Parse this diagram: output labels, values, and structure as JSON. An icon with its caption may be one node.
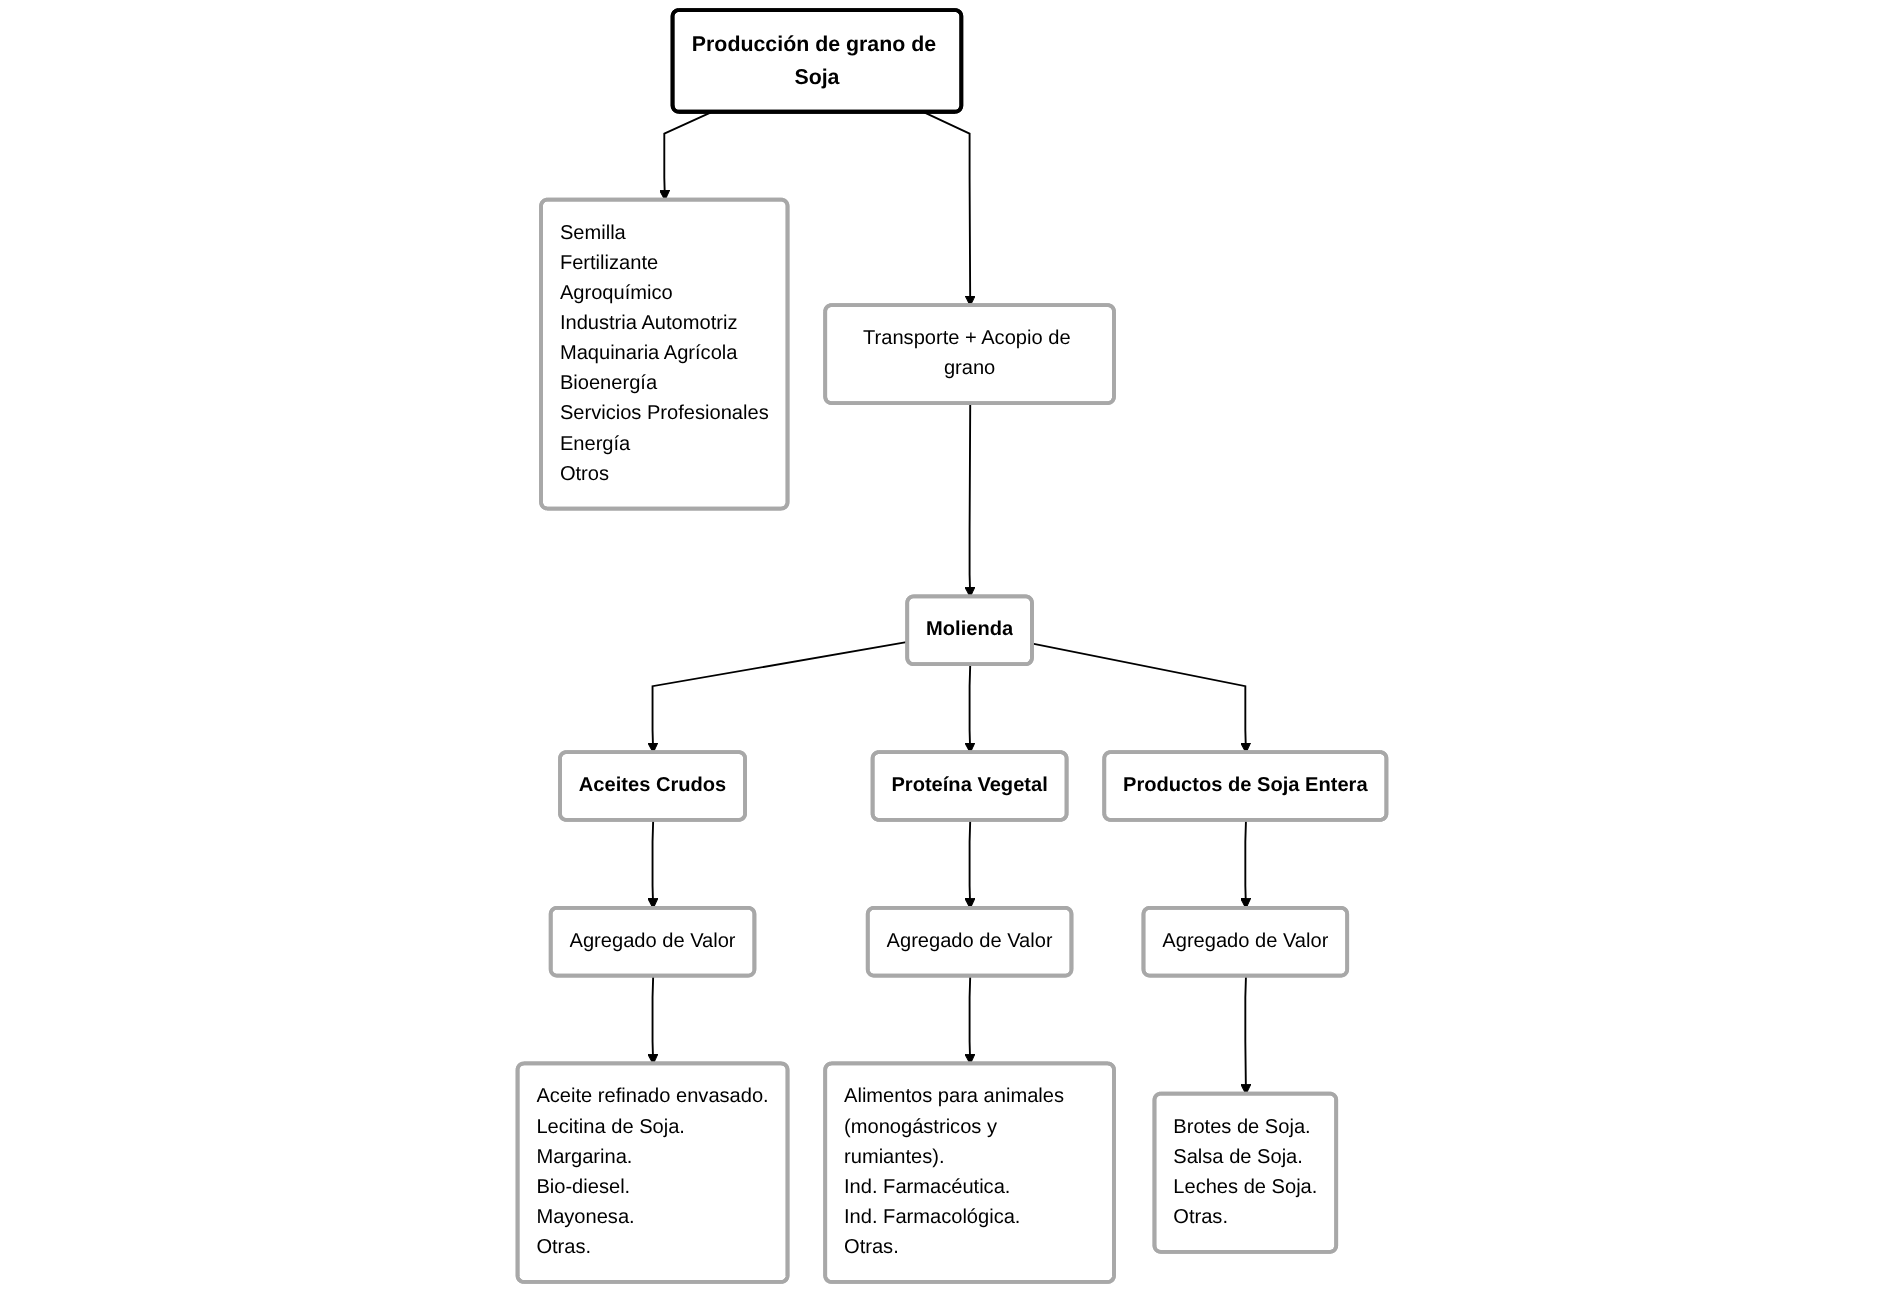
{
  "diagram": {
    "nodes": [
      {
        "text": [
          "Producción de grano de Soja"
        ]
      },
      {
        "text": [
          "Semilla",
          "Fertilizante",
          "Agroquímico",
          "Industria Automotriz",
          "Maquinaria Agrícola",
          "Bioenergía",
          "Servicios Profesionales",
          "Energía",
          "Otros"
        ]
      },
      {
        "text": [
          "Transporte + Acopio de grano"
        ]
      },
      {
        "text": [
          "Molienda"
        ]
      },
      {
        "text": [
          "Aceites Crudos"
        ]
      },
      {
        "text": [
          "Proteína Vegetal"
        ]
      },
      {
        "text": [
          "Productos de Soja Entera"
        ]
      },
      {
        "text": [
          "Agregado de Valor"
        ]
      },
      {
        "text": [
          "Agregado de Valor"
        ]
      },
      {
        "text": [
          "Agregado de Valor"
        ]
      },
      {
        "text": [
          "Aceite refinado envasado.",
          "Lecitina de Soja.",
          "Margarina.",
          "Bio-diesel.",
          "Mayonesa.",
          "Otras."
        ]
      },
      {
        "text": [
          "Alimentos para animales (monogástricos y rumiantes).",
          "Ind. Farmacéutica.",
          "Ind. Farmacológica.",
          "Otras."
        ]
      },
      {
        "text": [
          "Brotes de Soja.",
          "Salsa de Soja.",
          "Leches de Soja.",
          "Otras."
        ]
      }
    ],
    "edges": [
      {
        "from": 0,
        "to": 1,
        "arrow": "to"
      },
      {
        "from": 0,
        "to": 2,
        "arrow": "to"
      },
      {
        "from": 2,
        "to": 3,
        "arrow": "to"
      },
      {
        "from": 3,
        "to": 4,
        "arrow": "to"
      },
      {
        "from": 3,
        "to": 5,
        "arrow": "to"
      },
      {
        "from": 3,
        "to": 6,
        "arrow": "to"
      },
      {
        "from": 4,
        "to": 7,
        "arrow": "to"
      },
      {
        "from": 5,
        "to": 8,
        "arrow": "to"
      },
      {
        "from": 6,
        "to": 9,
        "arrow": "to"
      },
      {
        "from": 7,
        "to": 10,
        "arrow": "to"
      },
      {
        "from": 8,
        "to": 11,
        "arrow": "to"
      },
      {
        "from": 9,
        "to": 12,
        "arrow": "to"
      }
    ]
  }
}
